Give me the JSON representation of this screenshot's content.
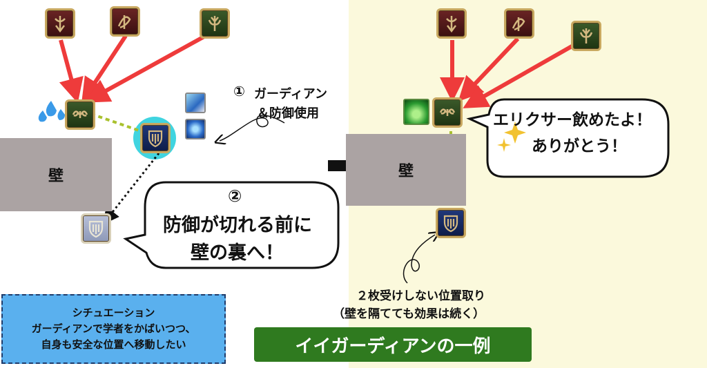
{
  "left": {
    "wall_label": "壁",
    "step1_number": "①",
    "step1_line1": "ガーディアン",
    "step1_line2": "＆防御使用",
    "step2_number": "②",
    "step2_line1": "防御が切れる前に",
    "step2_line2": "壁の裏へ！"
  },
  "right": {
    "wall_label": "壁",
    "bubble_line1": "エリクサー飲めたよ！",
    "bubble_line2": "ありがとう！",
    "note_line1": "２枚受けしない位置取り",
    "note_line2": "（壁を隔てても効果は続く）"
  },
  "situation": {
    "line1": "シチュエーション",
    "line2": "ガーディアンで学者をかばいつつ、",
    "line3": "自身も安全な位置へ移動したい"
  },
  "banner": "イイガーディアンの一例",
  "colors": {
    "arrow_red": "#ee3b3b",
    "tether_green": "#a9c12e",
    "highlight_cyan": "#40d4e0",
    "banner_green": "#2f7a1f",
    "situation_blue": "#5ab0ee",
    "right_bg": "#fbf9dc",
    "wall_gray": "#aba3a3"
  },
  "icons": [
    "reaper-job-icon",
    "dragoon-job-icon",
    "sage-job-icon",
    "scholar-job-icon",
    "paladin-job-icon",
    "guardian-skill-icon",
    "guard-skill-icon",
    "elixir-icon",
    "sweat-icon",
    "sparkle-icon",
    "arrow-right-icon"
  ]
}
